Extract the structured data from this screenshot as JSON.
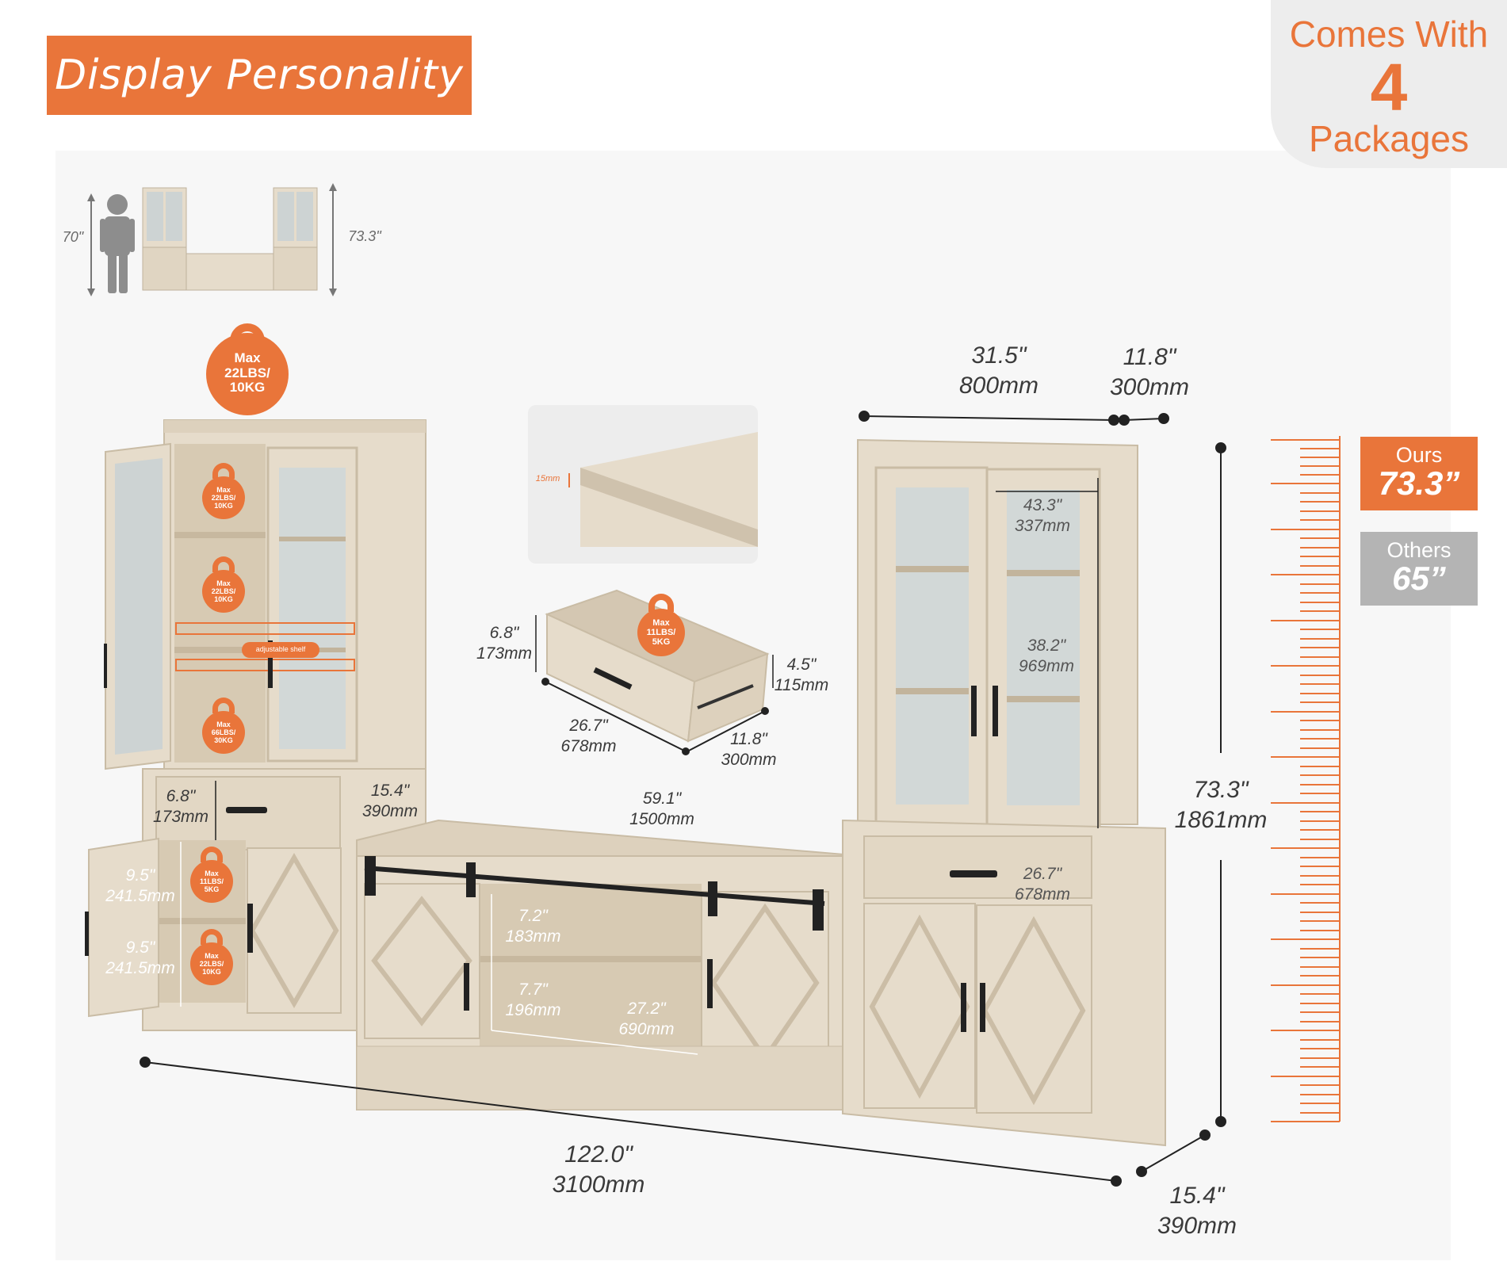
{
  "title": "Display Personality",
  "packages": {
    "line1": "Comes With",
    "number": "4",
    "line2": "Packages"
  },
  "scale": {
    "person": "70\"",
    "set": "73.3\""
  },
  "weights": {
    "top": [
      "Max",
      "22LBS/",
      "10KG"
    ],
    "shelf1": [
      "Max",
      "22LBS/",
      "10KG"
    ],
    "shelf2": [
      "Max",
      "22LBS/",
      "10KG"
    ],
    "shelf3": [
      "Max",
      "66LBS/",
      "30KG"
    ],
    "drawer": [
      "Max",
      "11LBS/",
      "5KG"
    ],
    "cab_upper": [
      "Max",
      "11LBS/",
      "5KG"
    ],
    "cab_lower": [
      "Max",
      "22LBS/",
      "10KG"
    ]
  },
  "adjustable_shelf": "adjustable shelf",
  "board_thickness": "15mm",
  "dims": {
    "tall_width": [
      "31.5\"",
      "800mm"
    ],
    "tall_depth": [
      "11.8\"",
      "300mm"
    ],
    "shelf_width": [
      "43.3\"",
      "337mm"
    ],
    "glass_height": [
      "38.2\"",
      "969mm"
    ],
    "total_height": [
      "73.3\"",
      "1861mm"
    ],
    "drawer_width_right": [
      "26.7\"",
      "678mm"
    ],
    "drawer_box_height": [
      "6.8\"",
      "173mm"
    ],
    "drawer_inner_height": [
      "4.5\"",
      "115mm"
    ],
    "drawer_box_width": [
      "26.7\"",
      "678mm"
    ],
    "drawer_box_depth": [
      "11.8\"",
      "300mm"
    ],
    "left_drawer_height": [
      "6.8\"",
      "173mm"
    ],
    "tv_depth": [
      "15.4\"",
      "390mm"
    ],
    "tv_width": [
      "59.1\"",
      "1500mm"
    ],
    "cab_gap_upper": [
      "9.5\"",
      "241.5mm"
    ],
    "cab_gap_lower": [
      "9.5\"",
      "241.5mm"
    ],
    "tv_open_upper": [
      "7.2\"",
      "183mm"
    ],
    "tv_open_lower": [
      "7.7\"",
      "196mm"
    ],
    "tv_open_width": [
      "27.2\"",
      "690mm"
    ],
    "total_width": [
      "122.0\"",
      "3100mm"
    ],
    "total_depth": [
      "15.4\"",
      "390mm"
    ]
  },
  "compare": {
    "ours_label": "Ours",
    "ours_value": "73.3”",
    "others_label": "Others",
    "others_value": "65”"
  },
  "colors": {
    "accent": "#e9753a",
    "wood": "#e6dccb",
    "wood_dark": "#cfc2ad",
    "grey": "#b4b4b4"
  }
}
